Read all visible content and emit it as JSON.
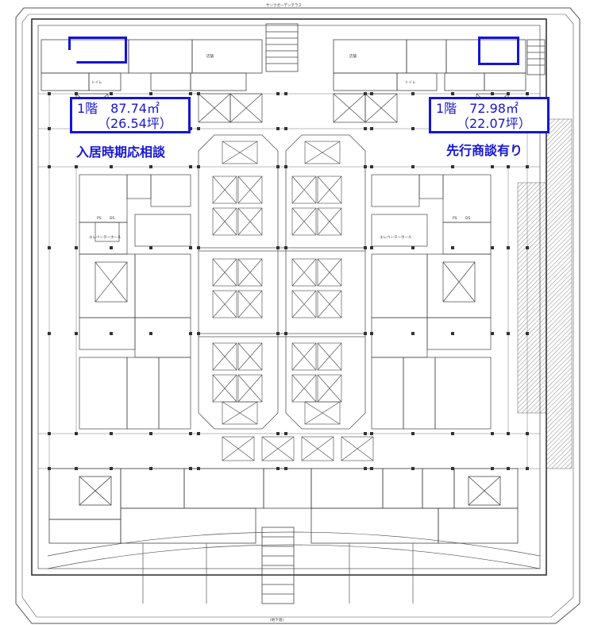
{
  "units": [
    {
      "id": "left",
      "area_line": "1階　87.74㎡",
      "tsubo_line": "（26.54坪）",
      "status": "入居時期応相談"
    },
    {
      "id": "right",
      "area_line": "1階　72.98㎡",
      "tsubo_line": "（22.07坪）",
      "status": "先行商談有り"
    }
  ],
  "plan_labels": {
    "top": "サンクガーデンテラス",
    "bottom": "(地下道)",
    "restroom": "トイレ",
    "elevator": "エレベーターホール",
    "shop": "店舗",
    "ps": "PS",
    "ds": "DS"
  },
  "colors": {
    "highlight": "#1515d6",
    "line": "#444444",
    "light_line": "#8a8a8a",
    "hatch": "#9a9a9a"
  }
}
